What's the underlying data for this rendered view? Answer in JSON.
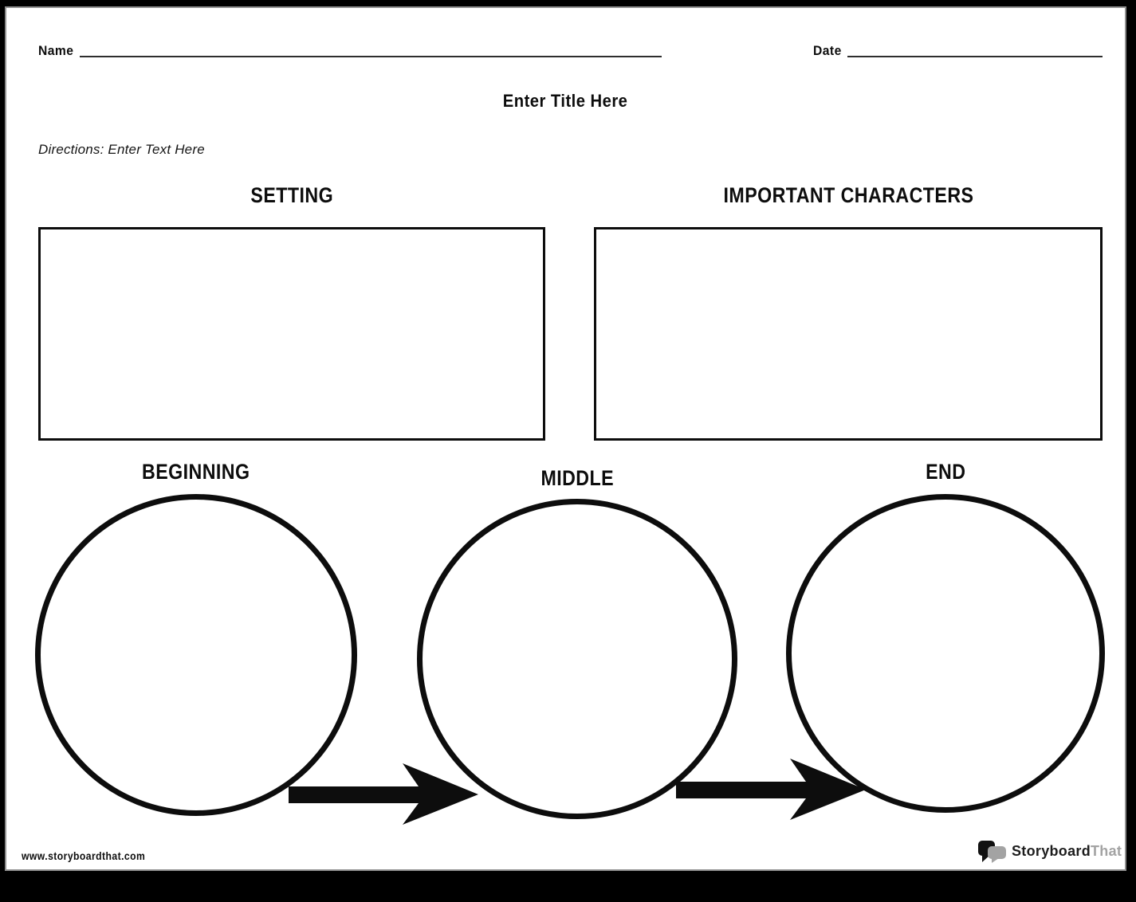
{
  "header": {
    "name_label": "Name",
    "date_label": "Date",
    "title": "Enter Title Here",
    "directions": "Directions: Enter Text Here"
  },
  "sections": {
    "setting_label": "SETTING",
    "characters_label": "IMPORTANT CHARACTERS",
    "beginning_label": "BEGINNING",
    "middle_label": "MIDDLE",
    "end_label": "END"
  },
  "footer": {
    "website": "www.storyboardthat.com",
    "logo_text_primary": "Storyboard",
    "logo_text_secondary": "That"
  },
  "icons": {
    "logo_mark": "speech-bubbles-icon",
    "flow_arrow": "arrow-right-icon"
  },
  "colors": {
    "ink": "#0d0d0d",
    "underline": "#2e2e2e",
    "page_background": "#ffffff",
    "frame_background": "#000000",
    "page_shadow": "#8f8f8f",
    "logo_gray": "#a3a3a3"
  }
}
